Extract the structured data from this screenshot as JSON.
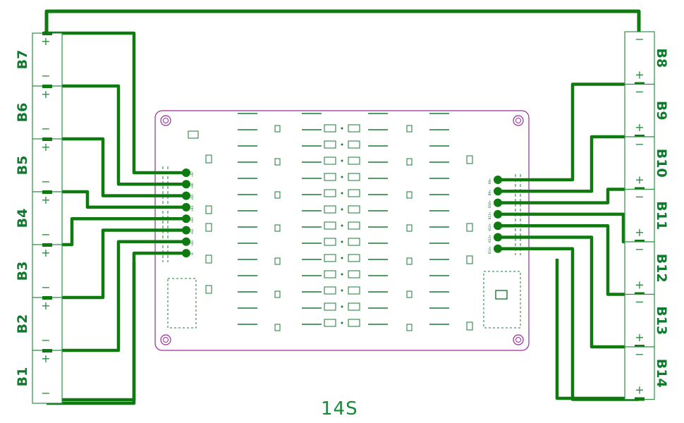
{
  "title": "14S",
  "left_cells": [
    {
      "label": "B7"
    },
    {
      "label": "B6"
    },
    {
      "label": "B5"
    },
    {
      "label": "B4"
    },
    {
      "label": "B3"
    },
    {
      "label": "B2"
    },
    {
      "label": "B1"
    }
  ],
  "right_cells": [
    {
      "label": "B8"
    },
    {
      "label": "B9"
    },
    {
      "label": "B10"
    },
    {
      "label": "B11"
    },
    {
      "label": "B12"
    },
    {
      "label": "B13"
    },
    {
      "label": "B14"
    }
  ],
  "left_pins": [
    "+B7",
    "+B6",
    "+B5",
    "+B4",
    "+B3",
    "+B2",
    "+B1",
    "-B"
  ],
  "right_pins": [
    "B8+",
    "B9+",
    "B10+",
    "B11+",
    "B12+",
    "B13+",
    "B14+"
  ],
  "cell_signs": {
    "plus": "+",
    "minus": "−"
  },
  "colors": {
    "wire": "#0f7a0f",
    "board": "#9b2a9b",
    "silk": "#1a7a33",
    "cell_outline": "#2f8f45"
  }
}
